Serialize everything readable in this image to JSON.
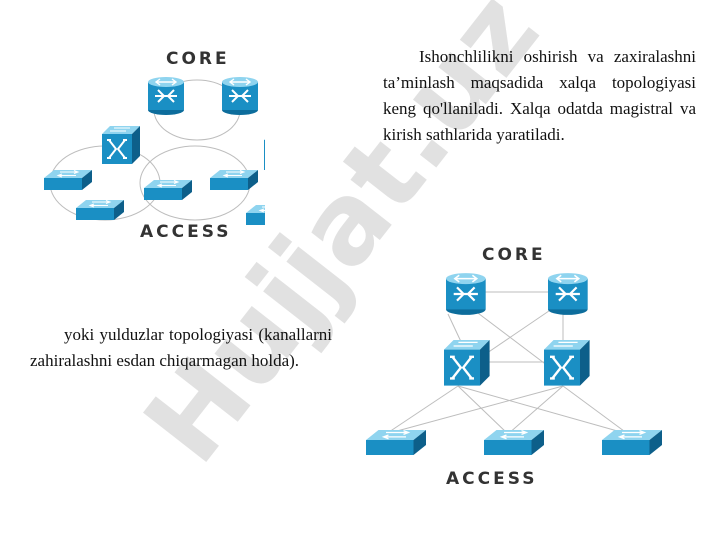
{
  "watermark": {
    "text": "Hujjat.uz"
  },
  "paragraph_1": "Ishonchlilikni oshirish va zaxiralashni ta’minlash maqsadida xalqa topologiyasi keng qo'llaniladi. Xalqa odatda magistral va kirish sathlarida yaratiladi.",
  "paragraph_2": "yoki yulduzlar topologiyasi (kanallarni zahiralashni esdan chiqarmagan holda).",
  "diagram_ring": {
    "core_label": "CORE",
    "access_label": "ACCESS"
  },
  "diagram_star": {
    "core_label": "CORE",
    "access_label": "ACCESS"
  },
  "colors": {
    "device_top": "#6ec6e6",
    "device_front": "#1a8fc4",
    "device_side": "#0d5f8a",
    "watermark": "#d8d8d8",
    "watermark_accent": "#c9b8f0"
  },
  "icons": [
    "router-icon",
    "multilayer-switch-icon",
    "workgroup-switch-icon"
  ]
}
